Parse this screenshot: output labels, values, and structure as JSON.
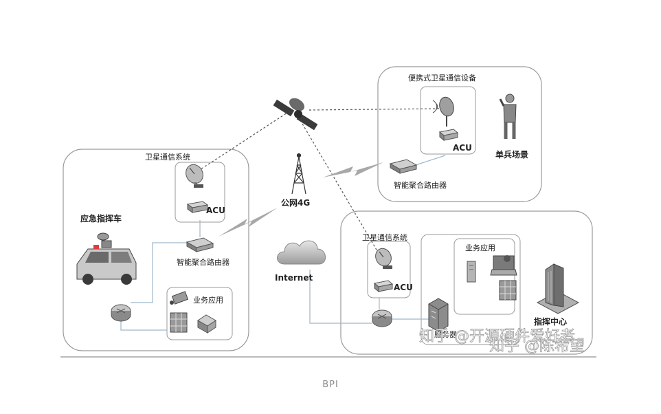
{
  "labels": {
    "portable_sat_equipment": "便携式卫星通信设备",
    "acu_portable": "ACU",
    "single_soldier_scene": "单兵场景",
    "smart_router_portable": "智能聚合路由器",
    "sat_system_left": "卫星通信系统",
    "acu_left": "ACU",
    "emergency_vehicle": "应急指挥车",
    "smart_router_left": "智能聚合路由器",
    "business_app_left": "业务应用",
    "public_4g": "公网4G",
    "internet": "Internet",
    "sat_system_right": "卫星通信系统",
    "acu_right": "ACU",
    "business_app_right": "业务应用",
    "server_label": "服务器",
    "command_center": "指挥中心"
  },
  "watermarks": [
    "知乎 @开源硬件爱好者",
    "知乎 @陈希望"
  ],
  "caption": "BPI"
}
